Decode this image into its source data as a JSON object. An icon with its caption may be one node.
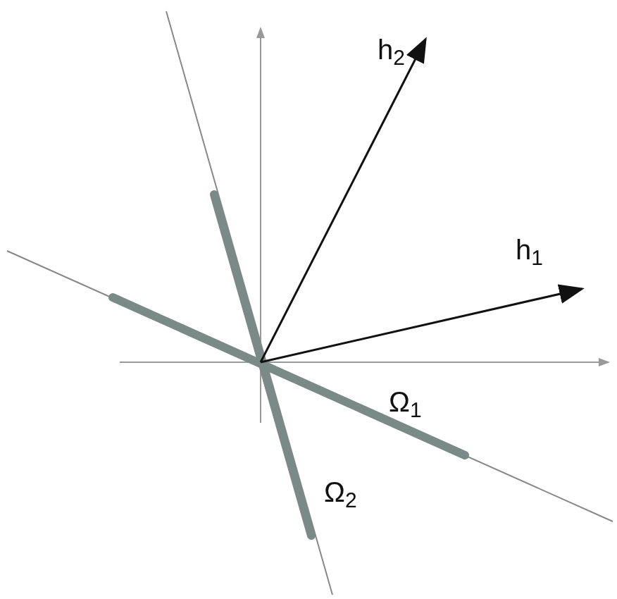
{
  "diagram": {
    "labels": [
      "h$_{2}$",
      "h$_{1}$",
      "Ω$_{1}$",
      "Ω$_{2}$"
    ]
  }
}
